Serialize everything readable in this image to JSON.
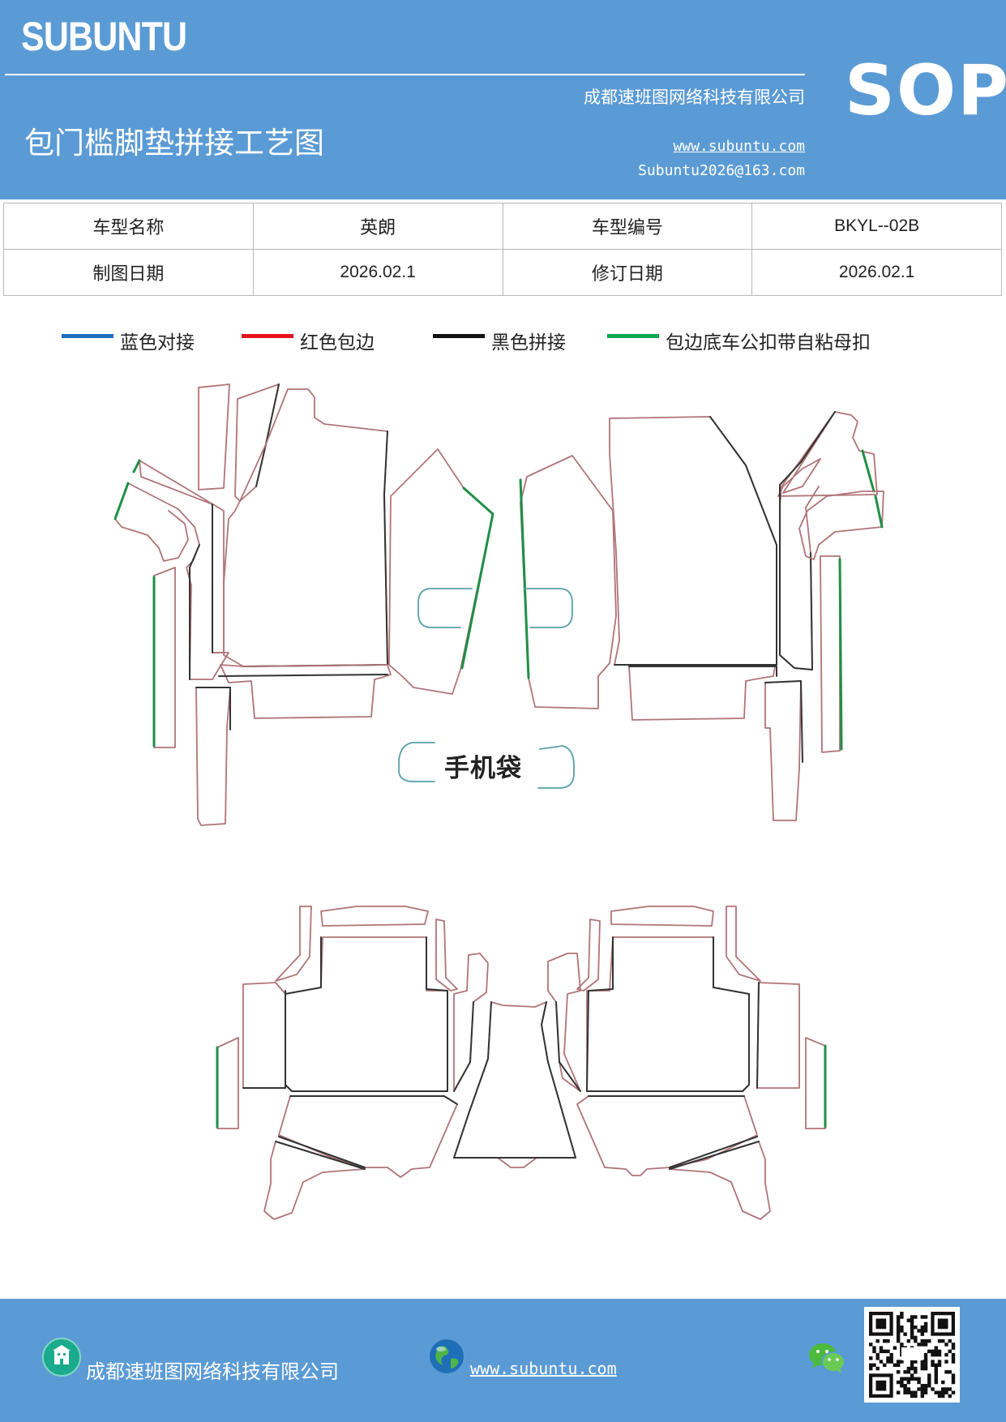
{
  "header": {
    "logo": "SUBUNTU",
    "badge": "SOP",
    "company": "成都速班图网络科技有限公司",
    "title": "包门槛脚垫拼接工艺图",
    "website": "www.subuntu.com",
    "email": "Subuntu2026@163.com"
  },
  "info": {
    "model_name_label": "车型名称",
    "model_name_value": "英朗",
    "model_no_label": "车型编号",
    "model_no_value": "BKYL--02B",
    "draw_date_label": "制图日期",
    "draw_date_value": "2026.02.1",
    "revise_date_label": "修订日期",
    "revise_date_value": "2026.02.1"
  },
  "legend": [
    {
      "label": "蓝色对接",
      "color": "#1a6fbf"
    },
    {
      "label": "红色包边",
      "color": "#e8121a"
    },
    {
      "label": "黑色拼接",
      "color": "#111111"
    },
    {
      "label": "包边底车公扣带自粘母扣",
      "color": "#0aa84f"
    }
  ],
  "drawing": {
    "pocket_label": "手机袋",
    "colors": {
      "edge": "#b07478",
      "seam": "#333333",
      "velcro": "#1f8f46",
      "butt": "#5aa0a8"
    }
  },
  "footer": {
    "company": "成都速班图网络科技有限公司",
    "website": "www.subuntu.com",
    "icons": [
      "building-icon",
      "globe-icon",
      "wechat-icon",
      "qr-code"
    ]
  }
}
